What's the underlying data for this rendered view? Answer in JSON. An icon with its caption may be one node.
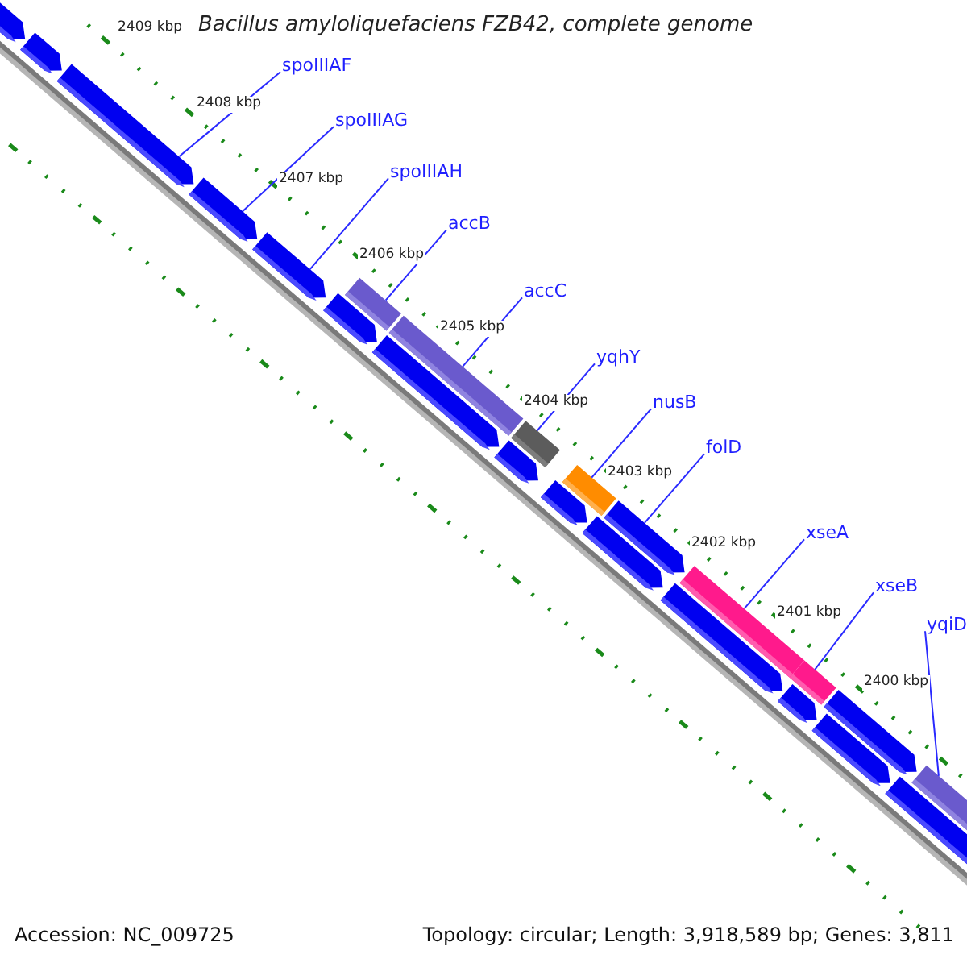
{
  "diagram": {
    "title": "Bacillus amyloliquefaciens FZB42, complete genome",
    "nodes": [
      {
        "text": [
          "spoIIIAF"
        ]
      },
      {
        "text": [
          "spoIIIAG"
        ]
      },
      {
        "text": [
          "spoIIIAH"
        ]
      },
      {
        "text": [
          "accB"
        ]
      },
      {
        "text": [
          "accC"
        ]
      },
      {
        "text": [
          "yqhY"
        ]
      },
      {
        "text": [
          "nusB"
        ]
      },
      {
        "text": [
          "folD"
        ]
      },
      {
        "text": [
          "xseA"
        ]
      },
      {
        "text": [
          "xseB"
        ]
      },
      {
        "text": [
          "yqiD"
        ]
      },
      {
        "text": [],
        "shape": "pentagon"
      },
      {
        "text": [],
        "shape": "pentagon"
      },
      {
        "text": [],
        "shape": "pentagon"
      },
      {
        "text": [],
        "shape": "pentagon"
      },
      {
        "text": [],
        "shape": "pentagon"
      },
      {
        "text": [],
        "shape": "pentagon"
      },
      {
        "text": [],
        "shape": "bar"
      },
      {
        "text": [],
        "shape": "pentagon"
      },
      {
        "text": [],
        "shape": "bar"
      },
      {
        "text": [],
        "shape": "pentagon"
      },
      {
        "text": [],
        "shape": "bar"
      },
      {
        "text": [],
        "shape": "pentagon"
      },
      {
        "text": [],
        "shape": "bar"
      },
      {
        "text": [],
        "shape": "pentagon"
      },
      {
        "text": [],
        "shape": "pentagon"
      },
      {
        "text": [],
        "shape": "pentagon"
      },
      {
        "text": [],
        "shape": "bar"
      },
      {
        "text": [],
        "shape": "bar"
      },
      {
        "text": [],
        "shape": "pentagon"
      },
      {
        "text": [],
        "shape": "pentagon"
      },
      {
        "text": [],
        "shape": "pentagon"
      },
      {
        "text": [],
        "shape": "pentagon"
      },
      {
        "text": [],
        "shape": "bar"
      }
    ],
    "edges": [
      {
        "from": 0,
        "to": 13,
        "arrow": "none"
      },
      {
        "from": 1,
        "to": 14,
        "arrow": "none"
      },
      {
        "from": 2,
        "to": 15,
        "arrow": "none"
      },
      {
        "from": 3,
        "to": 17,
        "arrow": "none"
      },
      {
        "from": 4,
        "to": 19,
        "arrow": "none"
      },
      {
        "from": 5,
        "to": 21,
        "arrow": "none"
      },
      {
        "from": 6,
        "to": 23,
        "arrow": "none"
      },
      {
        "from": 7,
        "to": 25,
        "arrow": "none"
      },
      {
        "from": 8,
        "to": 27,
        "arrow": "none"
      },
      {
        "from": 9,
        "to": 28,
        "arrow": "none"
      },
      {
        "from": 10,
        "to": 33,
        "arrow": "none"
      }
    ],
    "labels": [
      "2409 kbp",
      "2408 kbp",
      "2407 kbp",
      "2406 kbp",
      "2405 kbp",
      "2404 kbp",
      "2403 kbp",
      "2402 kbp",
      "2401 kbp",
      "2400 kbp",
      "Accession: NC_009725",
      "Topology: circular; Length: 3,918,589 bp; Genes: 3,811"
    ]
  }
}
